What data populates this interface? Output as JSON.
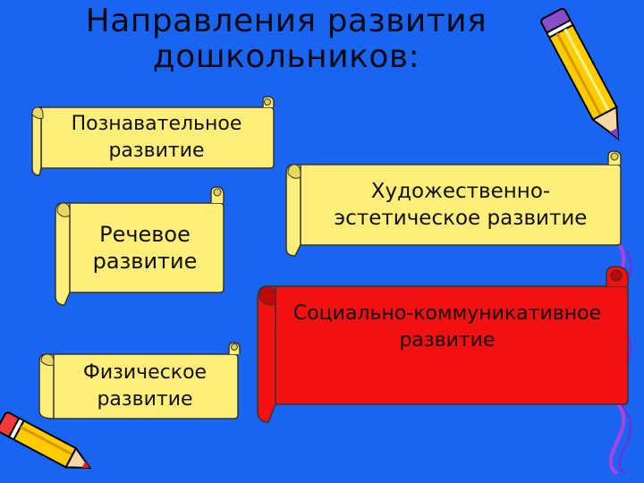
{
  "slide": {
    "title": "Направления развития\nдошкольников:",
    "background_color": "#1a64f2"
  },
  "scrolls": [
    {
      "label": "Познавательное\nразвитие",
      "fill": "#ffef7a"
    },
    {
      "label": "Речевое\nразвитие",
      "fill": "#ffef7a"
    },
    {
      "label": "Физическое\nразвитие",
      "fill": "#ffef7a"
    },
    {
      "label": "Художественно-\nэстетическое развитие",
      "fill": "#ffef7a"
    },
    {
      "label": "Социально-коммуникативное\nразвитие",
      "fill": "#f21010"
    }
  ],
  "decorations": {
    "pencil_top_right": "pencil-icon",
    "pencil_bottom_left": "pencil-icon",
    "ribbon_right": "wavy-ribbon-icon"
  }
}
